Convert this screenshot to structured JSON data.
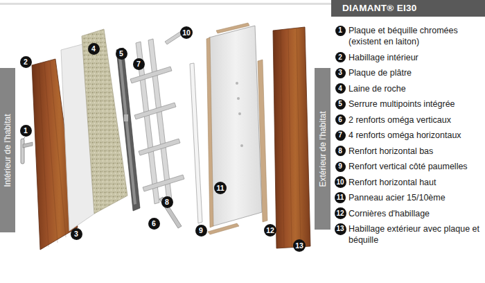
{
  "diagram": {
    "title": "DIAMANT® EI30",
    "nodes": [
      {
        "text": [
          "Intérieur de l'habitat"
        ]
      },
      {
        "text": [
          "Extérieur de l'habitat"
        ]
      },
      {
        "text": [
          "1"
        ]
      },
      {
        "text": [
          "2"
        ]
      },
      {
        "text": [
          "3"
        ]
      },
      {
        "text": [
          "4"
        ]
      },
      {
        "text": [
          "5"
        ]
      },
      {
        "text": [
          "6"
        ]
      },
      {
        "text": [
          "7"
        ]
      },
      {
        "text": [
          "8"
        ]
      },
      {
        "text": [
          "9"
        ]
      },
      {
        "text": [
          "10"
        ]
      },
      {
        "text": [
          "11"
        ]
      },
      {
        "text": [
          "12"
        ]
      },
      {
        "text": [
          "13"
        ]
      },
      {
        "text": [
          "1"
        ]
      },
      {
        "text": [
          "2"
        ]
      },
      {
        "text": [
          "3"
        ]
      },
      {
        "text": [
          "4"
        ]
      },
      {
        "text": [
          "5"
        ]
      },
      {
        "text": [
          "6"
        ]
      },
      {
        "text": [
          "7"
        ]
      },
      {
        "text": [
          "8"
        ]
      },
      {
        "text": [
          "9"
        ]
      },
      {
        "text": [
          "10"
        ]
      },
      {
        "text": [
          "11"
        ]
      },
      {
        "text": [
          "12"
        ]
      },
      {
        "text": [
          "13"
        ]
      }
    ],
    "labels": [
      "Plaque et béquille chromées (existent en laiton)",
      "Habillage intérieur",
      "Plaque de plâtre",
      "Laine de roche",
      "Serrure multipoints intégrée",
      "2 renforts oméga verticaux",
      "4 renforts oméga horizontaux",
      "Renfort horizontal bas",
      "Renfort vertical côté paumelles",
      "Renfort horizontal haut",
      "Panneau acier 15/10ème",
      "Cornières d'habillage",
      "Habillage extérieur avec plaque et béquille"
    ]
  }
}
